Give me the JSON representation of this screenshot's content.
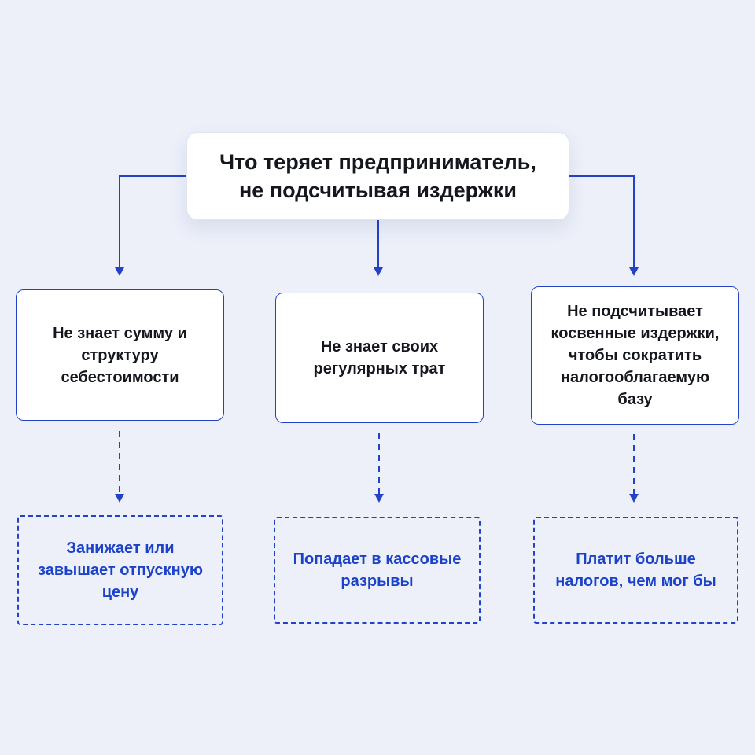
{
  "colors": {
    "background": "#edf0f9",
    "accent_blue": "#2342c8",
    "text_dark": "#15171f",
    "text_blue": "#1b42c9",
    "node_fill": "#ffffff"
  },
  "diagram": {
    "title": "Что теряет предприниматель,\nне подсчитывая издержки",
    "causes": [
      {
        "text": "Не знает сумму и структуру себестоимости"
      },
      {
        "text": "Не знает своих регулярных трат"
      },
      {
        "text": "Не подсчитывает косвенные издержки, чтобы сократить налогооблагаемую базу"
      }
    ],
    "effects": [
      {
        "text": "Занижает или завышает отпускную цену"
      },
      {
        "text": "Попадает в кассовые разрывы"
      },
      {
        "text": "Платит больше налогов, чем мог бы"
      }
    ]
  }
}
